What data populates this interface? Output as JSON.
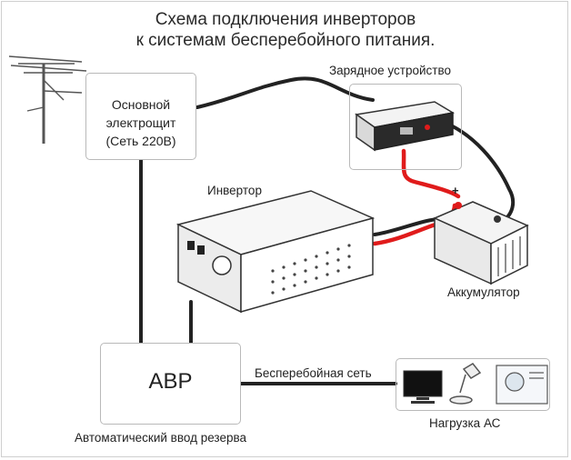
{
  "title": {
    "line1": "Схема подключения инверторов",
    "line2": "к системам бесперебойного питания."
  },
  "main_panel": {
    "line1": "Основной",
    "line2": "электрощит",
    "line3": "(Сеть 220В)"
  },
  "charger": {
    "label": "Зарядное устройство"
  },
  "inverter": {
    "label": "Инвертор"
  },
  "battery": {
    "label": "Аккумулятор",
    "plus": "+"
  },
  "avr": {
    "label": "АВР",
    "caption": "Автоматический ввод резерва"
  },
  "ups_line": {
    "label": "Бесперебойная сеть"
  },
  "load": {
    "label": "Нагрузка АС"
  },
  "colors": {
    "cable": "#222222",
    "dc_cable": "#e01b1b",
    "box_border": "#b9b9b9"
  }
}
